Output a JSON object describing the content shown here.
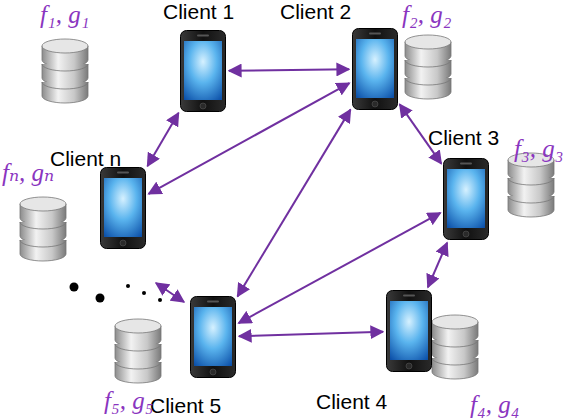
{
  "diagram": {
    "nodes": [
      {
        "text": [
          "Client 1"
        ]
      },
      {
        "text": [
          "Client 2"
        ]
      },
      {
        "text": [
          "Client 3"
        ]
      },
      {
        "text": [
          "Client n"
        ]
      },
      {
        "text": [
          "Client 4"
        ]
      },
      {
        "text": [
          "Client 5"
        ]
      }
    ],
    "edges": [
      {
        "from": 0,
        "to": 1,
        "arrow": "both"
      },
      {
        "from": 0,
        "to": 3,
        "arrow": "both"
      },
      {
        "from": 1,
        "to": 3,
        "arrow": "both"
      },
      {
        "from": 1,
        "to": 2,
        "arrow": "both"
      },
      {
        "from": 1,
        "to": 5,
        "arrow": "both"
      },
      {
        "from": 2,
        "to": 5,
        "arrow": "both"
      },
      {
        "from": 2,
        "to": 4,
        "arrow": "both"
      },
      {
        "from": 4,
        "to": 5,
        "arrow": "both"
      }
    ],
    "labels": [
      "f₁, g₁",
      "f₂, g₂",
      "f₃, g₃",
      "fₙ, gₙ",
      "f₄, g₄",
      "f₅, g₅"
    ]
  }
}
